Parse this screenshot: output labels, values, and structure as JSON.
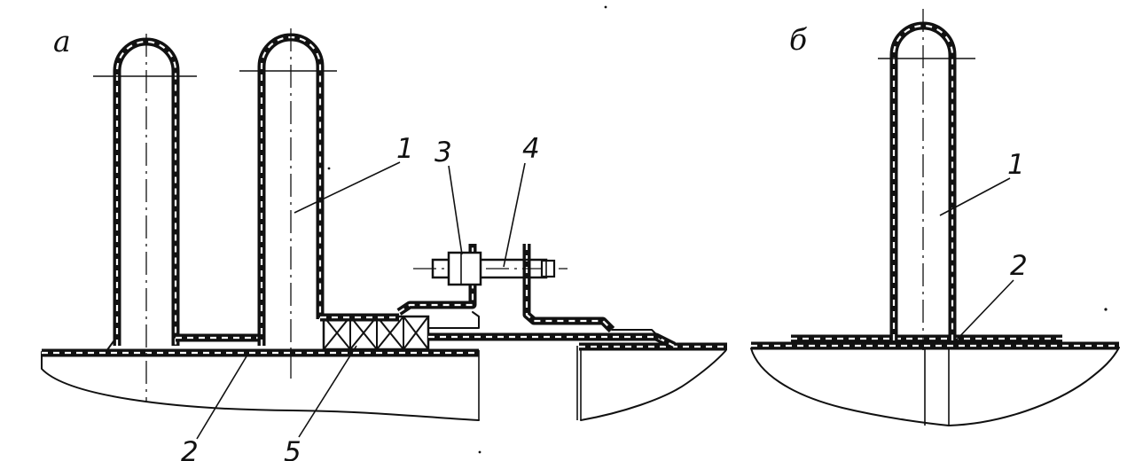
{
  "views": {
    "a": {
      "label": "а"
    },
    "b": {
      "label": "б"
    }
  },
  "callouts": {
    "a": [
      {
        "id": "1",
        "text": "1"
      },
      {
        "id": "2",
        "text": "2"
      },
      {
        "id": "3",
        "text": "3"
      },
      {
        "id": "4",
        "text": "4"
      },
      {
        "id": "5",
        "text": "5"
      }
    ],
    "b": [
      {
        "id": "1",
        "text": "1"
      },
      {
        "id": "2",
        "text": "2"
      }
    ]
  },
  "palette": {
    "ink": "#111111",
    "paper": "#ffffff"
  }
}
